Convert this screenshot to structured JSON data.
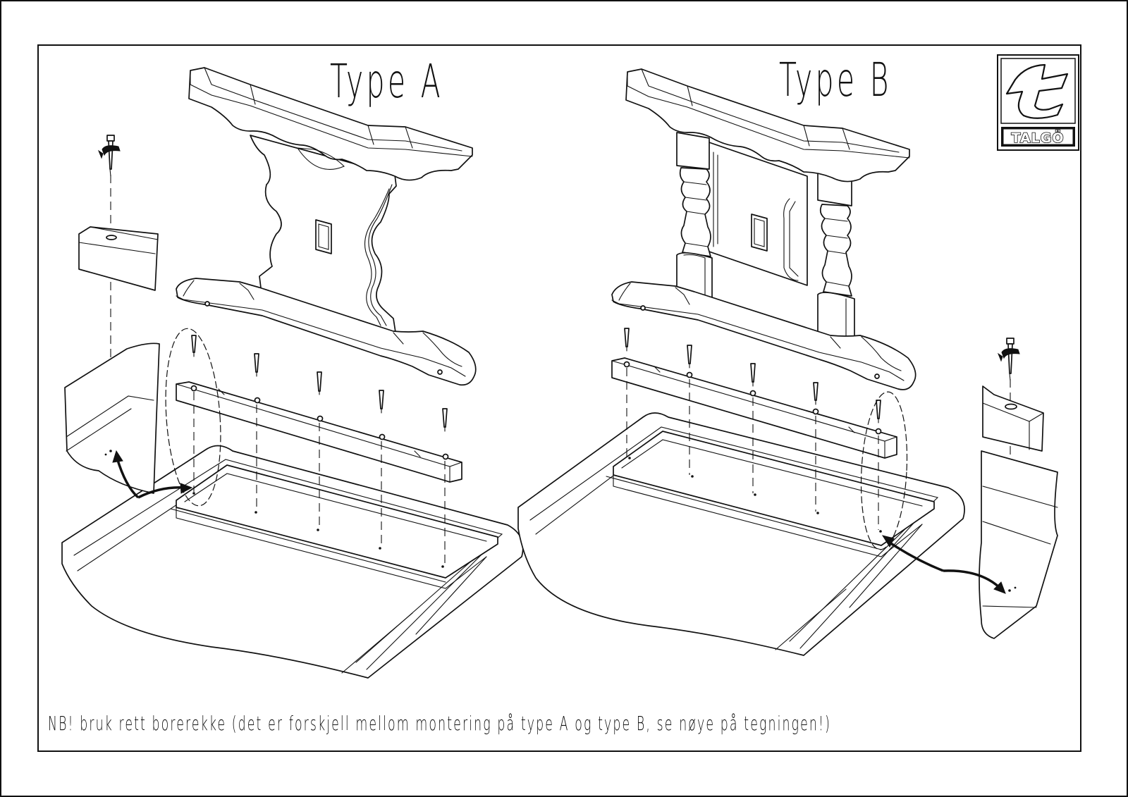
{
  "labels": {
    "type_a": "Type A",
    "type_b": "Type B",
    "logo_text": "TALGÖ",
    "note": "NB! bruk rett borerekke (det er forskjell mellom montering på type A og type B, se nøye på tegningen!)"
  },
  "colors": {
    "ink": "#111111",
    "paper": "#ffffff"
  },
  "icons": [
    "talgo-logo",
    "screw-icon",
    "rotation-arrow-icon",
    "curved-arrow-icon"
  ]
}
